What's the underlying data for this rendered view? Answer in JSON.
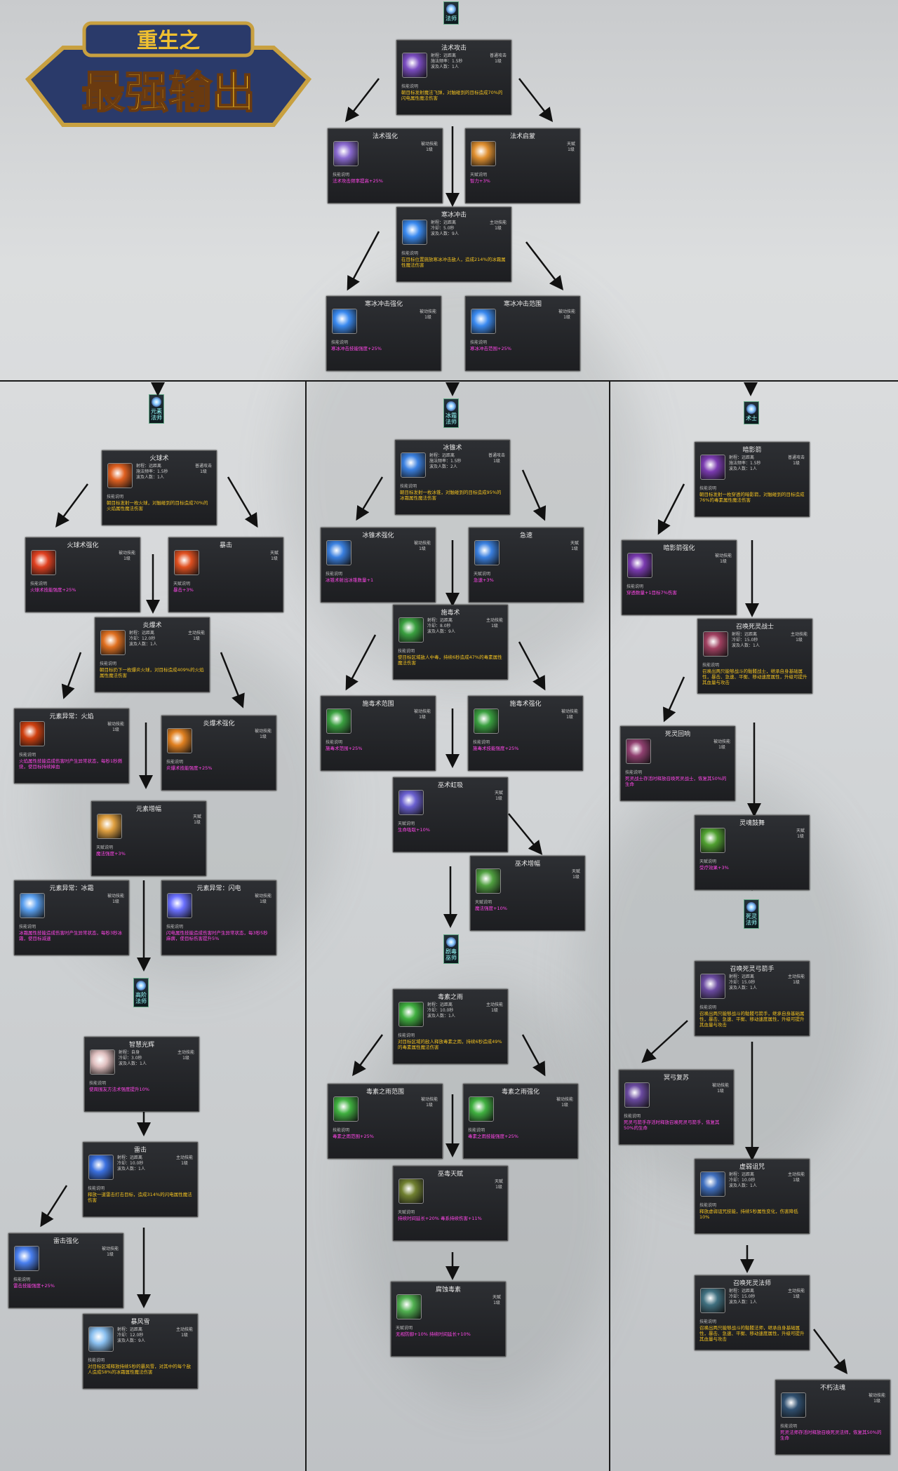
{
  "logo": {
    "small": "重生之",
    "big": "最强输出"
  },
  "labels": {
    "skill_desc": "技能说明",
    "talent_desc": "天赋说明"
  },
  "badges": {
    "mage": "法师",
    "elemental": "元素法师",
    "frost": "冰霜法师",
    "arcane": "术士",
    "high": "高阶法师",
    "poison": "剧毒巫师",
    "necro": "死灵法师"
  },
  "cards": [
    {
      "id": "c1",
      "title": "法术攻击",
      "stats": "射程：远距离\n施法频率：1.5秒\n波及人数：1人",
      "kind": "普通攻击\n1级",
      "desc": "朝目标发射魔法飞弹，对触碰到的目标造成70%的闪电属性魔法伤害",
      "color": "y",
      "icon": "#7a4cc0"
    },
    {
      "id": "c2",
      "title": "法术强化",
      "stats": "",
      "kind": "被动技能\n1级",
      "desc": "法术攻击频率提高+25%",
      "color": "m",
      "icon": "#8a6ad0",
      "label": "skill"
    },
    {
      "id": "c3",
      "title": "法术启蒙",
      "stats": "",
      "kind": "天赋\n1级",
      "desc": "智力+3%",
      "color": "m",
      "icon": "#e09030",
      "label": "talent"
    },
    {
      "id": "c4",
      "title": "寒冰冲击",
      "stats": "射程：远距离\n冷却：5.0秒\n波及人数：9人",
      "kind": "主动技能\n1级",
      "desc": "在目标位置施放寒冰冲击敌人，造成214%的冰霜属性魔法伤害",
      "color": "y",
      "icon": "#3a8af0"
    },
    {
      "id": "c5",
      "title": "寒冰冲击强化",
      "stats": "",
      "kind": "被动技能\n1级",
      "desc": "寒冰冲击技能强度+25%",
      "color": "m",
      "icon": "#3a8af0",
      "label": "skill"
    },
    {
      "id": "c6",
      "title": "寒冰冲击范围",
      "stats": "",
      "kind": "被动技能\n1级",
      "desc": "寒冰冲击范围+25%",
      "color": "m",
      "icon": "#3a8af0",
      "label": "skill"
    },
    {
      "id": "e1",
      "title": "火球术",
      "stats": "射程：远距离\n施法频率：1.5秒\n波及人数：1人",
      "kind": "普通攻击\n1级",
      "desc": "朝目标发射一枚火球，对触碰到的目标造成70%的火焰属性魔法伤害",
      "color": "y",
      "icon": "#e06020"
    },
    {
      "id": "e2",
      "title": "火球术强化",
      "stats": "",
      "kind": "被动技能\n1级",
      "desc": "火球术技能强度+25%",
      "color": "m",
      "icon": "#e04020",
      "label": "skill"
    },
    {
      "id": "e3",
      "title": "暴击",
      "stats": "",
      "kind": "天赋\n1级",
      "desc": "暴击+3%",
      "color": "m",
      "icon": "#e05020",
      "label": "talent"
    },
    {
      "id": "e4",
      "title": "炎爆术",
      "stats": "射程：远距离\n冷却：12.0秒\n波及人数：1人",
      "kind": "主动技能\n1级",
      "desc": "朝目标扔下一枚爆炎火球，对目标造成409%的火焰属性魔法伤害",
      "color": "y",
      "icon": "#e07020"
    },
    {
      "id": "e5",
      "title": "元素异常：火焰",
      "stats": "",
      "kind": "被动技能\n1级",
      "desc": "火焰属性技能造成伤害时产生异常状态，每秒1秒燃烧，使目标持续掉血",
      "color": "m",
      "icon": "#d04010",
      "label": "skill"
    },
    {
      "id": "e6",
      "title": "炎爆术强化",
      "stats": "",
      "kind": "被动技能\n1级",
      "desc": "炎爆术技能强度+25%",
      "color": "m",
      "icon": "#e08020",
      "label": "skill"
    },
    {
      "id": "e7",
      "title": "元素增幅",
      "stats": "",
      "kind": "天赋\n1级",
      "desc": "魔法强度+3%",
      "color": "m",
      "icon": "#e0a040",
      "label": "talent"
    },
    {
      "id": "e8",
      "title": "元素异常：冰霜",
      "stats": "",
      "kind": "被动技能\n1级",
      "desc": "冰霜属性技能造成伤害时产生异常状态，每秒3秒冰霜，使目标减速",
      "color": "m",
      "icon": "#5aa0f0",
      "label": "skill"
    },
    {
      "id": "e9",
      "title": "元素异常：闪电",
      "stats": "",
      "kind": "被动技能\n1级",
      "desc": "闪电属性技能造成伤害时产生异常状态，每3秒5秒麻痹，使目标伤害提升5%",
      "color": "m",
      "icon": "#6a70ff",
      "label": "skill"
    },
    {
      "id": "e10",
      "title": "智慧光辉",
      "stats": "射程：自身\n冷却：3.0秒\n波及人数：1人",
      "kind": "主动技能\n1级",
      "desc": "使周围友方法术强度提升10%",
      "color": "m",
      "icon": "#e0c0c0"
    },
    {
      "id": "e11",
      "title": "雷击",
      "stats": "射程：远距离\n冷却：10.0秒\n波及人数：1人",
      "kind": "主动技能\n1级",
      "desc": "释放一道雷击打击目标，造成314%的闪电属性魔法伤害",
      "color": "y",
      "icon": "#3a70e0"
    },
    {
      "id": "e12",
      "title": "雷击强化",
      "stats": "",
      "kind": "被动技能\n1级",
      "desc": "雷击技能强度+25%",
      "color": "m",
      "icon": "#4a80f0",
      "label": "skill"
    },
    {
      "id": "e13",
      "title": "暴风雪",
      "stats": "射程：远距离\n冷却：12.0秒\n波及人数：9人",
      "kind": "主动技能\n1级",
      "desc": "对目标区域释放持续5秒的暴风雪，对其中的每个敌人造成58%的冰霜属性魔法伤害",
      "color": "y",
      "icon": "#8ac0f0"
    },
    {
      "id": "f1",
      "title": "冰锥术",
      "stats": "射程：远距离\n施法频率：1.5秒\n波及人数：2人",
      "kind": "普通攻击\n1级",
      "desc": "朝目标发射一枚冰锥，对触碰到的目标造成95%的冰霜属性魔法伤害",
      "color": "y",
      "icon": "#3a80e0"
    },
    {
      "id": "f2",
      "title": "冰锥术强化",
      "stats": "",
      "kind": "被动技能\n1级",
      "desc": "冰锥术射出冰锥数量+1",
      "color": "m",
      "icon": "#3a80e0",
      "label": "skill"
    },
    {
      "id": "f3",
      "title": "急速",
      "stats": "",
      "kind": "天赋\n1级",
      "desc": "急速+3%",
      "color": "m",
      "icon": "#3a80e0",
      "label": "talent"
    },
    {
      "id": "f4",
      "title": "施毒术",
      "stats": "射程：远距离\n冷却：8.0秒\n波及人数：9人",
      "kind": "主动技能\n1级",
      "desc": "使目标区域敌人中毒，持续6秒造成47%的毒素属性魔法伤害",
      "color": "y",
      "icon": "#3aa040"
    },
    {
      "id": "f5",
      "title": "施毒术范围",
      "stats": "",
      "kind": "被动技能\n1级",
      "desc": "施毒术范围+25%",
      "color": "m",
      "icon": "#3aa040",
      "label": "skill"
    },
    {
      "id": "f6",
      "title": "施毒术强化",
      "stats": "",
      "kind": "被动技能\n1级",
      "desc": "施毒术技能强度+25%",
      "color": "m",
      "icon": "#3aa040",
      "label": "skill"
    },
    {
      "id": "f7",
      "title": "巫术虹吸",
      "stats": "",
      "kind": "天赋\n1级",
      "desc": "生命吸取+10%",
      "color": "m",
      "icon": "#6a60d0",
      "label": "talent"
    },
    {
      "id": "f8",
      "title": "巫术增幅",
      "stats": "",
      "kind": "天赋\n1级",
      "desc": "魔法强度+10%",
      "color": "m",
      "icon": "#50a040",
      "label": "talent"
    },
    {
      "id": "f9",
      "title": "毒素之雨",
      "stats": "射程：远距离\n冷却：10.0秒\n波及人数：1人",
      "kind": "主动技能\n1级",
      "desc": "对目标区域的敌人释放毒素之雨，持续6秒造成49%的毒素属性魔法伤害",
      "color": "y",
      "icon": "#40b040"
    },
    {
      "id": "f10",
      "title": "毒素之雨范围",
      "stats": "",
      "kind": "被动技能\n1级",
      "desc": "毒素之雨范围+25%",
      "color": "m",
      "icon": "#40b040",
      "label": "skill"
    },
    {
      "id": "f11",
      "title": "毒素之雨强化",
      "stats": "",
      "kind": "被动技能\n1级",
      "desc": "毒素之雨技能强度+25%",
      "color": "m",
      "icon": "#40b040",
      "label": "skill"
    },
    {
      "id": "f12",
      "title": "巫毒天赋",
      "stats": "",
      "kind": "天赋\n1级",
      "desc": "持续时间延长+20%\n毒系持续伤害+11%",
      "color": "m",
      "icon": "#708030",
      "label": "talent"
    },
    {
      "id": "f13",
      "title": "腐蚀毒素",
      "stats": "",
      "kind": "天赋\n1级",
      "desc": "无视防御+10%\n持续时间延长+10%",
      "color": "m",
      "icon": "#50b050",
      "label": "talent"
    },
    {
      "id": "a1",
      "title": "暗影箭",
      "stats": "射程：远距离\n施法频率：1.5秒\n波及人数：1人",
      "kind": "普通攻击\n1级",
      "desc": "朝目标发射一枚穿透的暗影箭，对触碰到的目标造成76%的毒素属性魔法伤害",
      "color": "y",
      "icon": "#7a3ab0"
    },
    {
      "id": "a2",
      "title": "暗影箭强化",
      "stats": "",
      "kind": "被动技能\n1级",
      "desc": "穿透数量+1目标7%伤害",
      "color": "m",
      "icon": "#7a3ab0",
      "label": "skill"
    },
    {
      "id": "a3",
      "title": "召唤死灵战士",
      "stats": "射程：远距离\n冷却：15.0秒\n波及人数：1人",
      "kind": "主动技能\n1级",
      "desc": "召唤出两只能够战斗的骷髅战士，继承自身基础属性，暴击、急速、平衡、移动速度属性，升级可提升其血量与攻击",
      "color": "y",
      "icon": "#a04060"
    },
    {
      "id": "a4",
      "title": "死灵回响",
      "stats": "",
      "kind": "被动技能\n1级",
      "desc": "死灵战士存活时释放召唤死灵战士，恢复其50%的生命",
      "color": "m",
      "icon": "#904070",
      "label": "skill"
    },
    {
      "id": "a5",
      "title": "灵魂鼓舞",
      "stats": "",
      "kind": "天赋\n1级",
      "desc": "受疗效果+3%",
      "color": "m",
      "icon": "#50a030",
      "label": "talent"
    },
    {
      "id": "a6",
      "title": "召唤死灵弓箭手",
      "stats": "射程：远距离\n冷却：15.0秒\n波及人数：1人",
      "kind": "主动技能\n1级",
      "desc": "召唤出两只能够战斗的骷髅弓箭手，继承自身基础属性，暴击、急速、平衡、移动速度属性，升级可提升其血量与攻击",
      "color": "y",
      "icon": "#6a4aa0"
    },
    {
      "id": "a7",
      "title": "冥弓复苏",
      "stats": "",
      "kind": "被动技能\n1级",
      "desc": "死灵弓箭手存活时释放召唤死灵弓箭手，恢复其50%的生命",
      "color": "m",
      "icon": "#6a4aa0",
      "label": "skill"
    },
    {
      "id": "a8",
      "title": "虚弱诅咒",
      "stats": "射程：远距离\n冷却：10.0秒\n波及人数：1人",
      "kind": "主动技能\n1级",
      "desc": "释放虚弱诅咒技能，持续5秒属性变化，伤害降低10%",
      "color": "y",
      "icon": "#4070c0"
    },
    {
      "id": "a9",
      "title": "召唤死灵法师",
      "stats": "射程：远距离\n冷却：15.0秒\n波及人数：1人",
      "kind": "主动技能\n1级",
      "desc": "召唤出两只能够战斗的骷髅法师，继承自身基础属性，暴击、急速、平衡、移动速度属性，升级可提升其血量与攻击",
      "color": "y",
      "icon": "#407080"
    },
    {
      "id": "a10",
      "title": "不朽法魂",
      "stats": "",
      "kind": "被动技能\n1级",
      "desc": "死灵法师存活时释放召唤死灵法师，恢复其50%的生命",
      "color": "m",
      "icon": "#305070",
      "label": "skill"
    }
  ]
}
